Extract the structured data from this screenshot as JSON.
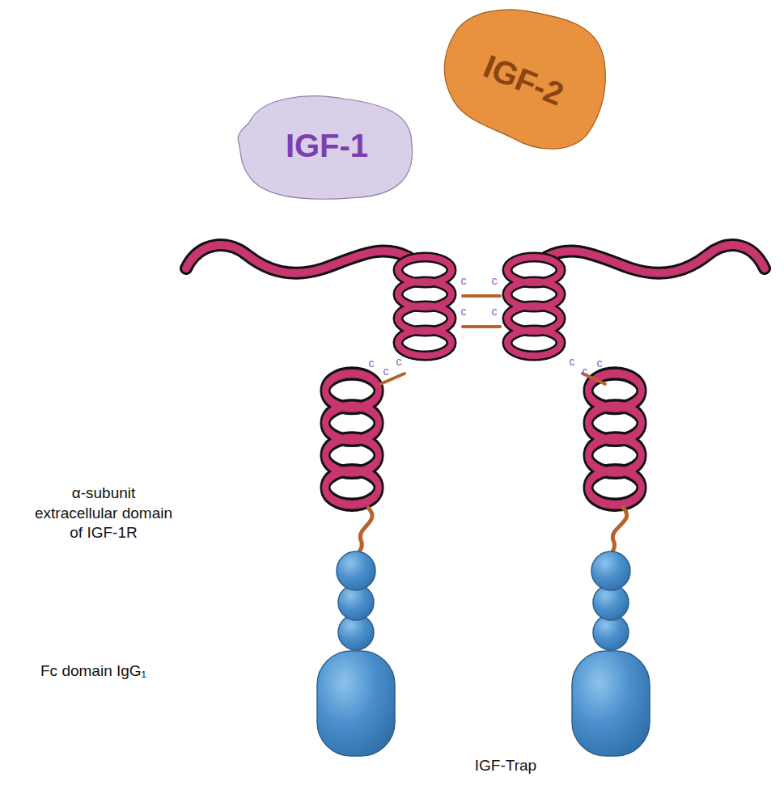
{
  "diagram": {
    "nodes": [
      {
        "text": [
          "IGF-1"
        ]
      },
      {
        "text": [
          "IGF-2"
        ]
      }
    ],
    "labels": [
      "α-subunit extracellular domain of IGF-1R",
      "Fc domain IgG₁",
      "IGF-Trap",
      "c",
      "c",
      "c",
      "c",
      "c",
      "c",
      "c",
      "c",
      "c",
      "c"
    ]
  }
}
